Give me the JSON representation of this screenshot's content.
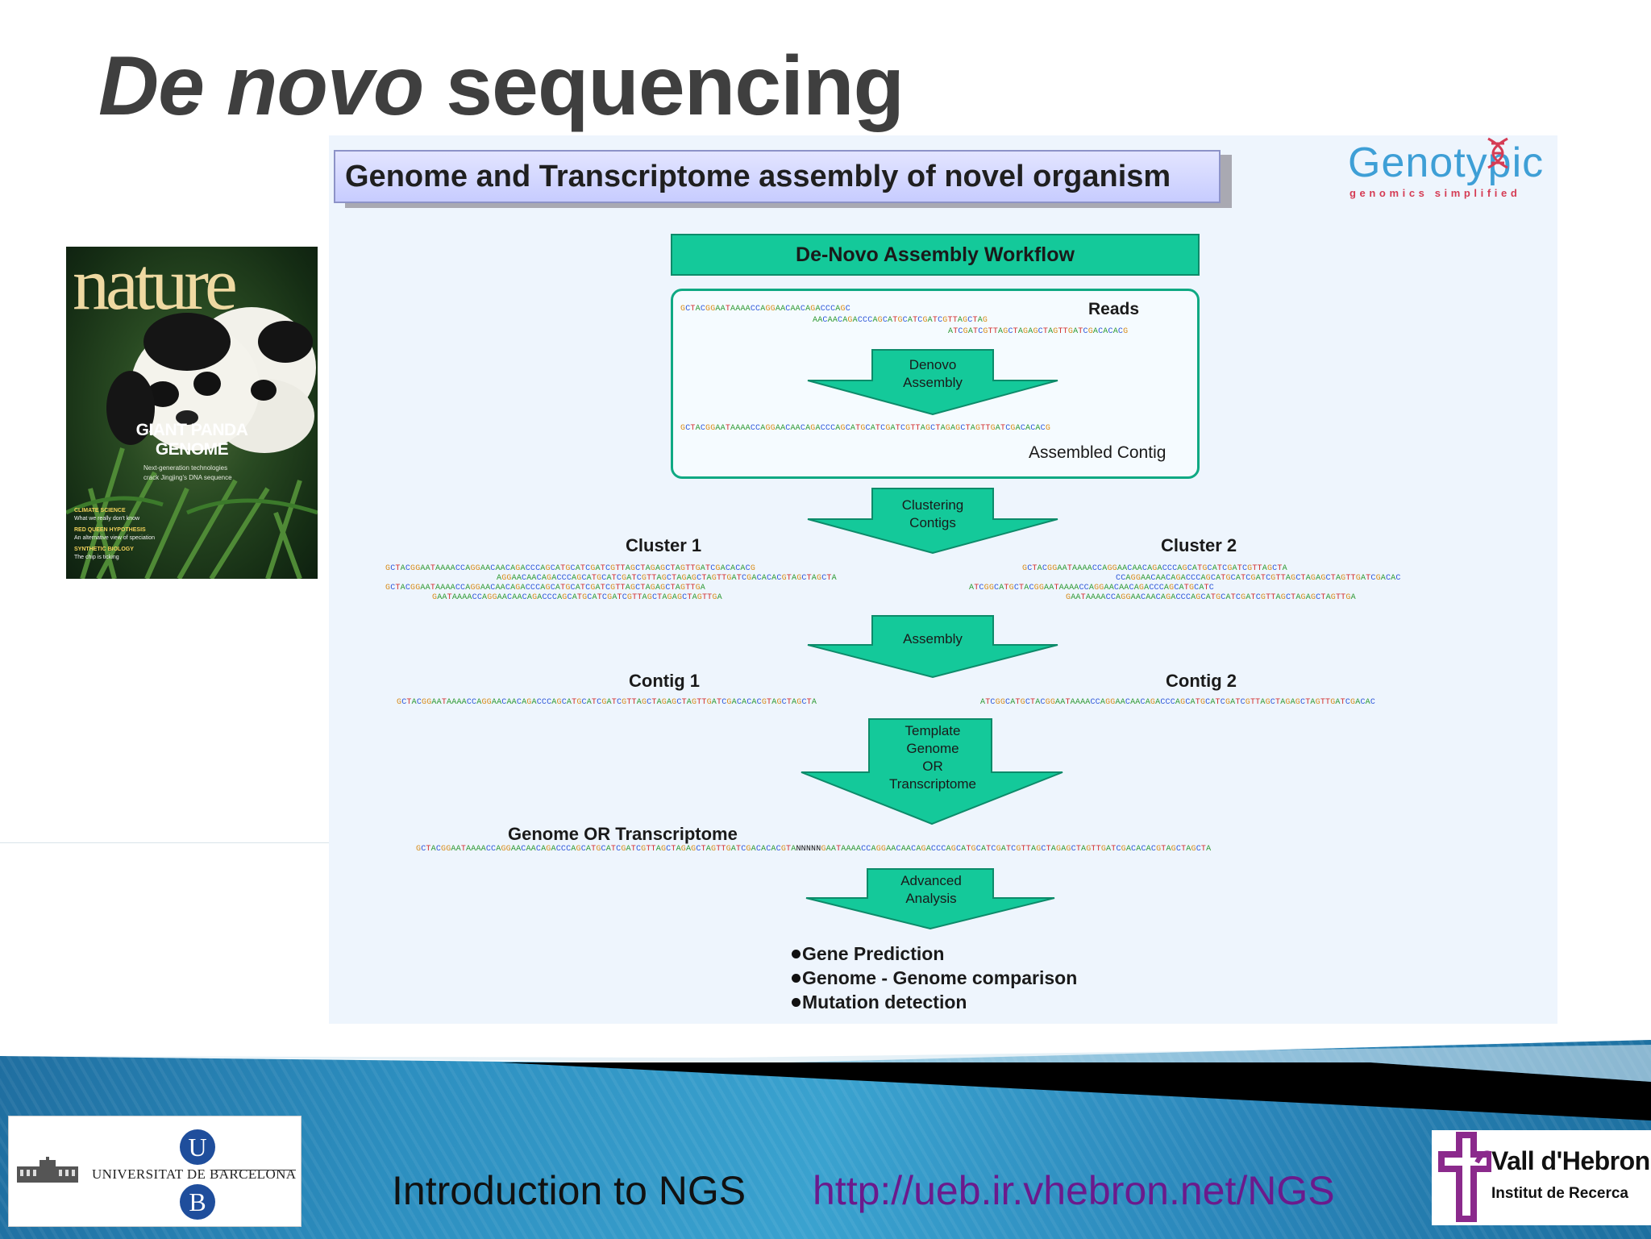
{
  "slide": {
    "title_italic": "De novo",
    "title_rest": " sequencing"
  },
  "cover": {
    "masthead": "nature",
    "headline_1": "GIANT PANDA",
    "headline_2": "GENOME",
    "subline_1": "Next-generation technologies",
    "subline_2": "crack Jingjing's DNA sequence",
    "topic_1": "CLIMATE SCIENCE",
    "topic_1_sub": "What we really don't know",
    "topic_2": "RED QUEEN HYPOTHESIS",
    "topic_2_sub": "An alternative view of speciation",
    "topic_3": "SYNTHETIC BIOLOGY",
    "topic_3_sub": "The chip is ticking"
  },
  "figure": {
    "title": "Genome and Transcriptome assembly of novel organism",
    "brand_word": "Genotypic",
    "brand_tag": "genomics simplified",
    "workflow_header": "De-Novo Assembly Workflow",
    "reads_label": "Reads",
    "assembled_label": "Assembled Contig",
    "step_denovo": [
      "Denovo",
      "Assembly"
    ],
    "step_clustering": [
      "Clustering",
      "Contigs"
    ],
    "step_assembly": [
      "Assembly"
    ],
    "step_template": [
      "Template",
      "Genome",
      "OR",
      "Transcriptome"
    ],
    "step_advanced": [
      "Advanced",
      "Analysis"
    ],
    "cluster1_label": "Cluster 1",
    "cluster2_label": "Cluster 2",
    "contig1_label": "Contig 1",
    "contig2_label": "Contig 2",
    "genome_label": "Genome OR Transcriptome",
    "bullets": [
      "Gene Prediction",
      "Genome - Genome comparison",
      "Mutation detection"
    ],
    "sequences": {
      "read1": "GCTACGGAATAAAACCAGGAACAACAGACCCAGC",
      "read2": "AACAACAGACCCAGCATGCATCGATCGTTAGCTAG",
      "read3": "ATCGATCGTTAGCTAGAGCTAGTTGATCGACACACG",
      "assembled": "GCTACGGAATAAAACCAGGAACAACAGACCCAGCATGCATCGATCGTTAGCTAGAGCTAGTTGATCGACACACG",
      "c1_1": "GCTACGGAATAAAACCAGGAACAACAGACCCAGCATGCATCGATCGTTAGCTAGAGCTAGTTGATCGACACACG",
      "c1_2": "AGGAACAACAGACCCAGCATGCATCGATCGTTAGCTAGAGCTAGTTGATCGACACACGTAGCTAGCTA",
      "c1_3": "GCTACGGAATAAAACCAGGAACAACAGACCCAGCATGCATCGATCGTTAGCTAGAGCTAGTTGA",
      "c1_4": "GAATAAAACCAGGAACAACAGACCCAGCATGCATCGATCGTTAGCTAGAGCTAGTTGA",
      "c2_1": "GCTACGGAATAAAACCAGGAACAACAGACCCAGCATGCATCGATCGTTAGCTA",
      "c2_2": "CCAGGAACAACAGACCCAGCATGCATCGATCGTTAGCTAGAGCTAGTTGATCGACAC",
      "c2_3": "ATCGGCATGCTACGGAATAAAACCAGGAACAACAGACCCAGCATGCATC",
      "c2_4": "GAATAAAACCAGGAACAACAGACCCAGCATGCATCGATCGTTAGCTAGAGCTAGTTGA",
      "contig1": "GCTACGGAATAAAACCAGGAACAACAGACCCAGCATGCATCGATCGTTAGCTAGAGCTAGTTGATCGACACACGTAGCTAGCTA",
      "contig2": "ATCGGCATGCTACGGAATAAAACCAGGAACAACAGACCCAGCATGCATCGATCGTTAGCTAGAGCTAGTTGATCGACAC",
      "genome": "GCTACGGAATAAAACCAGGAACAACAGACCCAGCATGCATCGATCGTTAGCTAGAGCTAGTTGATCGACACACGTANNNNNGAATAAAACCAGGAACAACAGACCCAGCATGCATCGATCGTTAGCTAGAGCTAGTTGATCGACACACGTAGCTAGCTA"
    }
  },
  "footer": {
    "course": "Introduction to NGS",
    "url": "http://ueb.ir.vhebron.net/NGS",
    "ub_name": "UNIVERSITAT DE BARCELONA",
    "ub_u": "U",
    "ub_b": "B",
    "vh_name": "Vall d'Hebron",
    "vh_sub": "Institut de Recerca"
  },
  "colors": {
    "arrow_fill": "#14c99a",
    "arrow_stroke": "#0d8b6a",
    "base_A": "#2f9a33",
    "base_C": "#2b55d8",
    "base_G": "#d78c1a",
    "base_T": "#d12a2a",
    "url": "#6b1a8c",
    "title": "#3f3f3f"
  }
}
